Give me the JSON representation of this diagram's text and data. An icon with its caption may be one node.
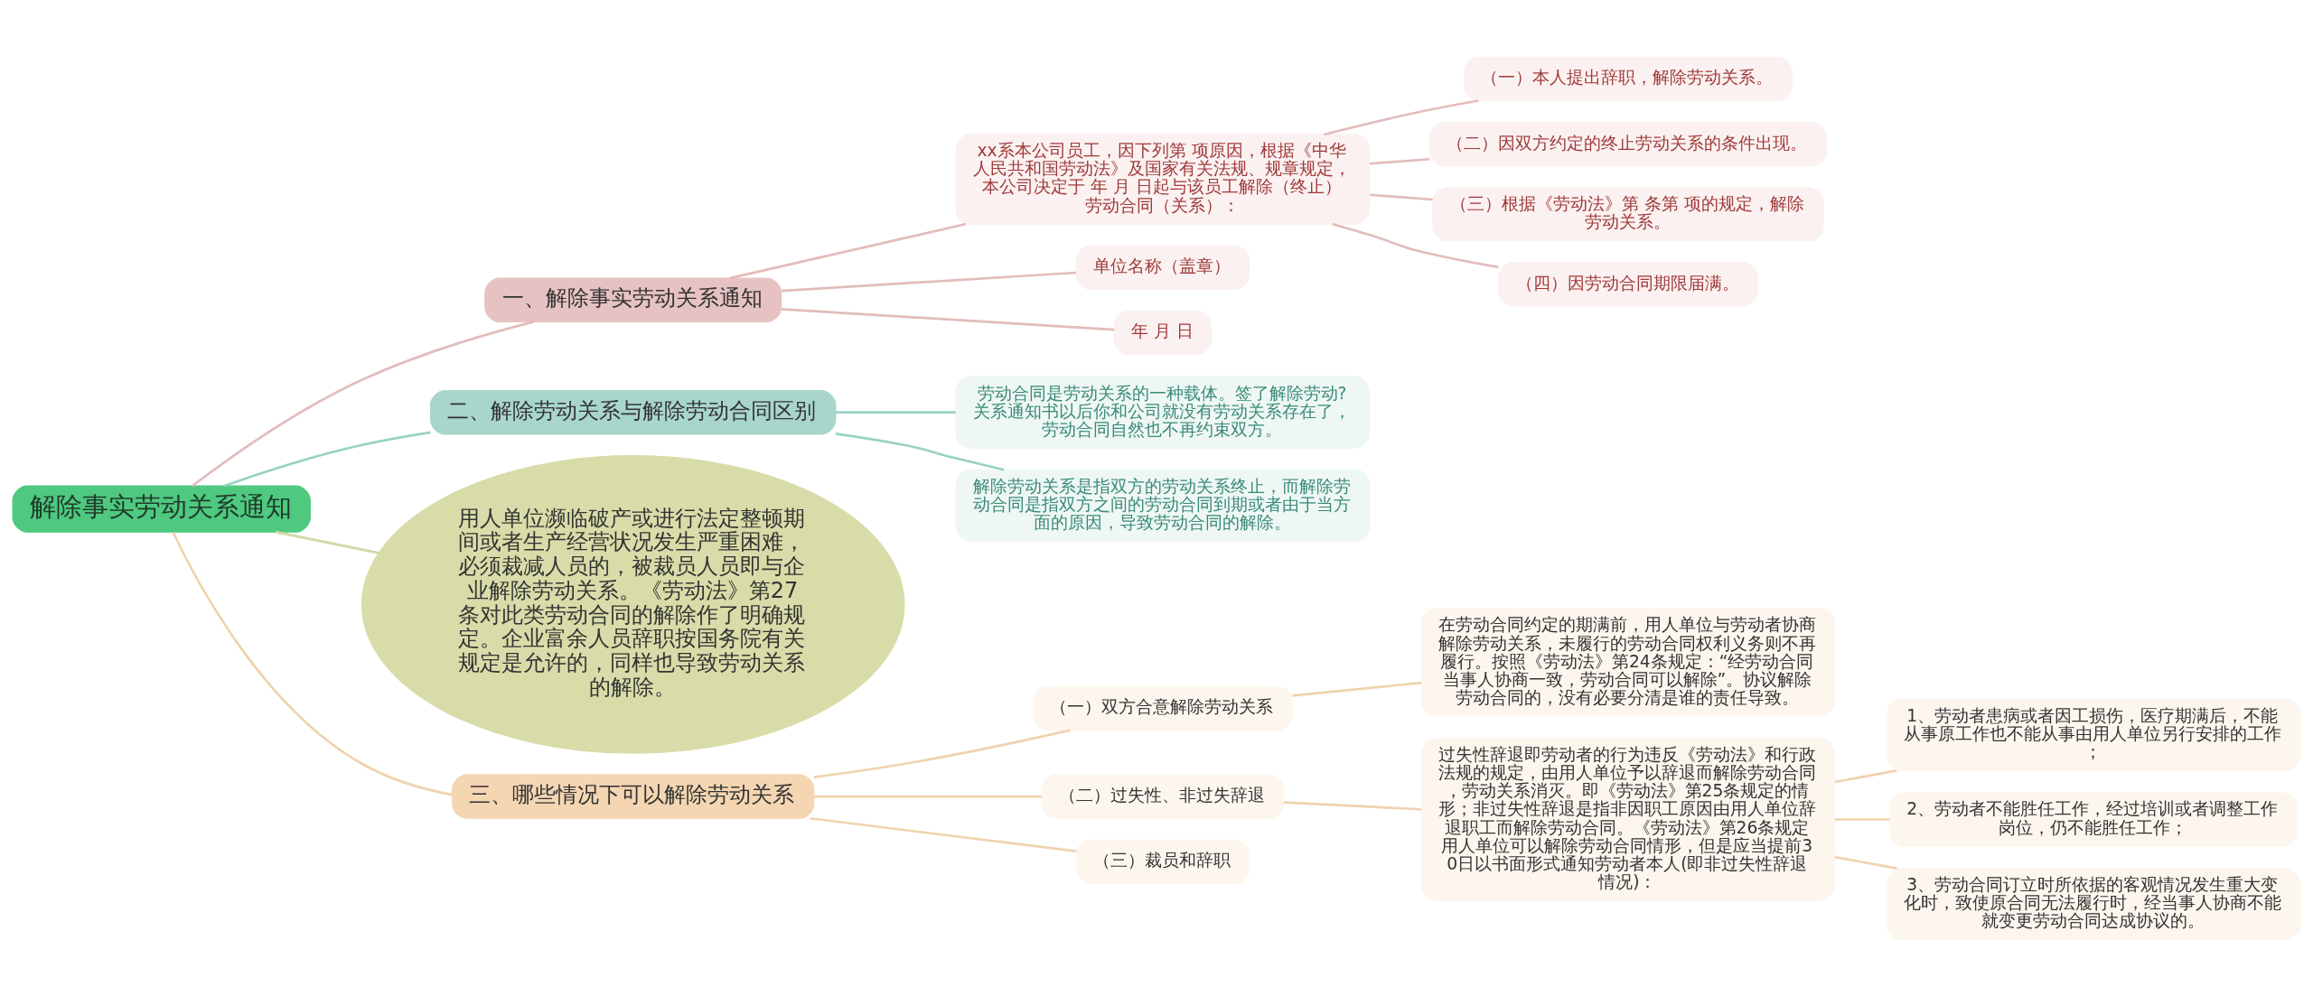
{
  "diagram": {
    "nodes": [
      {
        "text": [
          "解除事实劳动关系通知"
        ]
      },
      {
        "text": [
          "一、解除事实劳动关系通知"
        ]
      },
      {
        "text": [
          "xx系本公司员工，因下列第 项原因，根据《中华人民共和国劳动法》及国家有关法规、规章规定，本公司决定于 年 月 日起与该员工解除（终止）劳动合同（关系）："
        ]
      },
      {
        "text": [
          "（一）本人提出辞职，解除劳动关系。"
        ]
      },
      {
        "text": [
          "（二）因双方约定的终止劳动关系的条件出现。"
        ]
      },
      {
        "text": [
          "（三）根据《劳动法》第 条第 项的规定，解除劳动关系。"
        ]
      },
      {
        "text": [
          "（四）因劳动合同期限届满。"
        ]
      },
      {
        "text": [
          "单位名称（盖章）"
        ]
      },
      {
        "text": [
          "年 月 日"
        ]
      },
      {
        "text": [
          "二、解除劳动关系与解除劳动合同区别"
        ]
      },
      {
        "text": [
          "劳动合同是劳动关系的一种载体。签了解除劳动?关系通知书以后你和公司就没有劳动关系存在了，劳动合同自然也不再约束双方。"
        ]
      },
      {
        "text": [
          "解除劳动关系是指双方的劳动关系终止，而解除劳动合同是指双方之间的劳动合同到期或者由于当方面的原因，导致劳动合同的解除。"
        ]
      },
      {
        "text": [
          "用人单位濒临破产或进行法定整顿期间或者生产经营状况发生严重困难，必须裁减人员的，被裁员人员即与企业解除劳动关系。《劳动法》第27条对此类劳动合同的解除作了明确规定。企业富余人员辞职按国务院有关规定是允许的，同样也导致劳动关系的解除。"
        ]
      },
      {
        "text": [
          "三、哪些情况下可以解除劳动关系"
        ]
      },
      {
        "text": [
          "（一）双方合意解除劳动关系"
        ]
      },
      {
        "text": [
          "在劳动合同约定的期满前，用人单位与劳动者协商解除劳动关系，未履行的劳动合同权利义务则不再履行。按照《劳动法》第24条规定：“经劳动合同当事人协商一致，劳动合同可以解除”。协议解除劳动合同的，没有必要分清是谁的责任导致。"
        ]
      },
      {
        "text": [
          "（二）过失性、非过失辞退"
        ]
      },
      {
        "text": [
          "过失性辞退即劳动者的行为违反《劳动法》和行政法规的规定，由用人单位予以辞退而解除劳动合同，劳动关系消灭。即《劳动法》第25条规定的情形；非过失性辞退是指非因职工原因由用人单位辞退职工而解除劳动合同。《劳动法》第26条规定用人单位可以解除劳动合同情形，但是应当提前30日以书面形式通知劳动者本人(即非过失性辞退情况)："
        ]
      },
      {
        "text": [
          "1、劳动者患病或者因工损伤，医疗期满后，不能从事原工作也不能从事由用人单位另行安排的工作；"
        ]
      },
      {
        "text": [
          "2、劳动者不能胜任工作，经过培训或者调整工作岗位，仍不能胜任工作；"
        ]
      },
      {
        "text": [
          "3、劳动合同订立时所依据的客观情况发生重大变化时，致使原合同无法履行时，经当事人协商不能就变更劳动合同达成协议的。"
        ]
      },
      {
        "text": [
          "（三）裁员和辞职"
        ]
      }
    ],
    "edges": [
      {
        "from": 0,
        "to": 1,
        "arrow": "none",
        "color": "#e3bcbc"
      },
      {
        "from": 1,
        "to": 2,
        "arrow": "none",
        "color": "#e3bcbc"
      },
      {
        "from": 2,
        "to": 3,
        "arrow": "none",
        "color": "#e3bcbc"
      },
      {
        "from": 2,
        "to": 4,
        "arrow": "none",
        "color": "#e3bcbc"
      },
      {
        "from": 2,
        "to": 5,
        "arrow": "none",
        "color": "#e3bcbc"
      },
      {
        "from": 2,
        "to": 6,
        "arrow": "none",
        "color": "#e3bcbc"
      },
      {
        "from": 1,
        "to": 7,
        "arrow": "none",
        "color": "#e3bcbc"
      },
      {
        "from": 1,
        "to": 8,
        "arrow": "none",
        "color": "#e3bcbc"
      },
      {
        "from": 0,
        "to": 9,
        "arrow": "none",
        "color": "#98d2c4"
      },
      {
        "from": 9,
        "to": 10,
        "arrow": "none",
        "color": "#98d2c4"
      },
      {
        "from": 9,
        "to": 11,
        "arrow": "none",
        "color": "#98d2c4"
      },
      {
        "from": 0,
        "to": 12,
        "arrow": "none",
        "color": "#d2d8a4"
      },
      {
        "from": 0,
        "to": 13,
        "arrow": "none",
        "color": "#efd3ae"
      },
      {
        "from": 13,
        "to": 14,
        "arrow": "none",
        "color": "#efd3ae"
      },
      {
        "from": 14,
        "to": 15,
        "arrow": "none",
        "color": "#efd3ae"
      },
      {
        "from": 13,
        "to": 16,
        "arrow": "none",
        "color": "#efd3ae"
      },
      {
        "from": 16,
        "to": 17,
        "arrow": "none",
        "color": "#efd3ae"
      },
      {
        "from": 17,
        "to": 18,
        "arrow": "none",
        "color": "#efd3ae"
      },
      {
        "from": 17,
        "to": 19,
        "arrow": "none",
        "color": "#efd3ae"
      },
      {
        "from": 17,
        "to": 20,
        "arrow": "none",
        "color": "#efd3ae"
      },
      {
        "from": 13,
        "to": 21,
        "arrow": "none",
        "color": "#efd3ae"
      }
    ]
  }
}
